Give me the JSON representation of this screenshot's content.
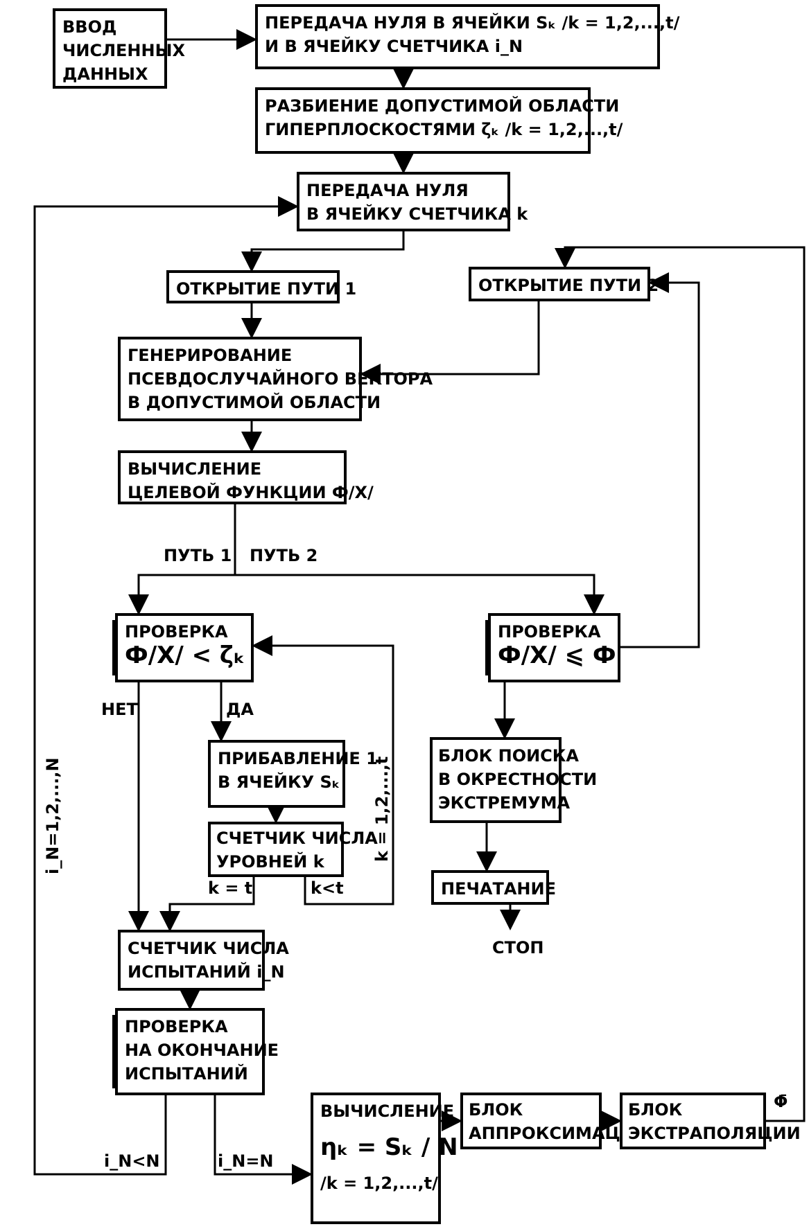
{
  "boxes": {
    "input": [
      "ВВОД",
      "ЧИСЛЕННЫХ",
      "ДАННЫХ"
    ],
    "zero_cells": [
      "ПЕРЕДАЧА НУЛЯ В ЯЧЕЙКИ Sₖ /k = 1,2,...,t/",
      "И В ЯЧЕЙКУ СЧЕТЧИКА i_N"
    ],
    "partition": [
      "РАЗБИЕНИЕ ДОПУСТИМОЙ ОБЛАСТИ",
      "ГИПЕРПЛОСКОСТЯМИ ζₖ /k = 1,2,...,t/"
    ],
    "zero_k": [
      "ПЕРЕДАЧА НУЛЯ",
      "В ЯЧЕЙКУ СЧЕТЧИКА k"
    ],
    "path1": [
      "ОТКРЫТИЕ ПУТИ 1"
    ],
    "path2": [
      "ОТКРЫТИЕ ПУТИ 2"
    ],
    "generate": [
      "ГЕНЕРИРОВАНИЕ",
      "ПСЕВДОСЛУЧАЙНОГО ВЕКТОРА",
      "В ДОПУСТИМОЙ ОБЛАСТИ"
    ],
    "objective": [
      "ВЫЧИСЛЕНИЕ",
      "ЦЕЛЕВОЙ ФУНКЦИИ Ф/X/"
    ],
    "check1": [
      "ПРОВЕРКА",
      "Ф/X/ < ζₖ"
    ],
    "check2": [
      "ПРОВЕРКА",
      "Ф/X/ ⩽ Ф"
    ],
    "add_one": [
      "ПРИБАВЛЕНИЕ 1",
      "В ЯЧЕЙКУ Sₖ"
    ],
    "level_counter": [
      "СЧЕТЧИК ЧИСЛА",
      "УРОВНЕЙ k"
    ],
    "search": [
      "БЛОК ПОИСКА",
      "В ОКРЕСТНОСТИ",
      "ЭКСТРЕМУМА"
    ],
    "print": [
      "ПЕЧАТАНИЕ"
    ],
    "trial_counter": [
      "СЧЕТЧИК ЧИСЛА",
      "ИСПЫТАНИЙ i_N"
    ],
    "end_check": [
      "ПРОВЕРКА",
      "НА ОКОНЧАНИЕ",
      "ИСПЫТАНИЙ"
    ],
    "eta": [
      "ВЫЧИСЛЕНИЕ",
      "ηₖ = Sₖ / N",
      "/k = 1,2,...,t/"
    ],
    "approx": [
      "БЛОК",
      "АППРОКСИМАЦИИ"
    ],
    "extrap": [
      "БЛОК",
      "ЭКСТРАПОЛЯЦИИ"
    ]
  },
  "labels": {
    "path1": "ПУТЬ 1",
    "path2": "ПУТЬ 2",
    "no": "НЕТ",
    "yes": "ДА",
    "k_eq_t": "k = t",
    "k_lt_t": "k<t",
    "stop": "СТОП",
    "in_lt_N": "i_N<N",
    "in_eq_N": "i_N=N",
    "phi_bar": "Φ̄",
    "in_range": "i_N=1,2,...,N",
    "k_range": "k = 1,2,...,t"
  }
}
